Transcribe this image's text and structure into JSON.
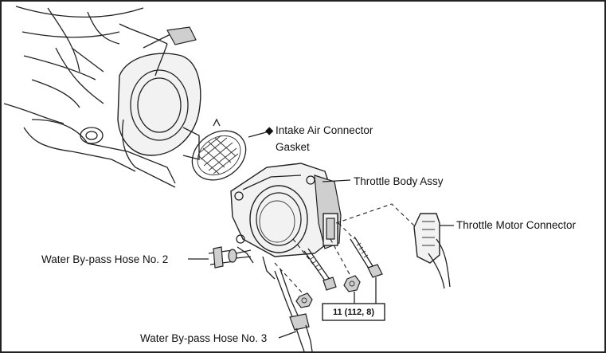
{
  "labels": {
    "gasket_marker": "◆",
    "gasket_line1": "Intake Air Connector",
    "gasket_line2": "Gasket",
    "throttle_body": "Throttle Body Assy",
    "throttle_motor_connector": "Throttle Motor Connector",
    "hose2": "Water By-pass Hose No. 2",
    "hose3": "Water By-pass Hose No. 3",
    "torque_spec": "11 (112, 8)"
  }
}
